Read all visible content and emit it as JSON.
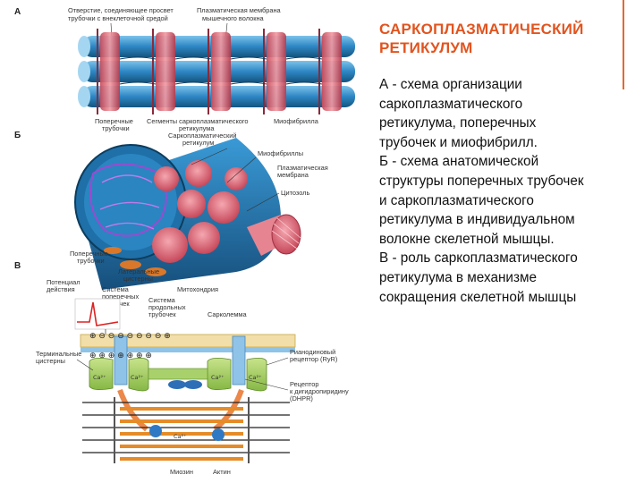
{
  "slide": {
    "title_line1": "САРКОПЛАЗМАТИЧЕСКИЙ",
    "title_line2": "РЕТИКУЛУМ",
    "description": [
      "А - схема организации",
      "саркоплазматического",
      "ретикулума, поперечных",
      "трубочек и миофибрилл.",
      "Б - схема анатомической",
      "структуры поперечных трубочек",
      "и саркоплазматического",
      "ретикулума в индивидуальном",
      "волокне скелетной мышцы.",
      "В - роль саркоплазматического",
      "ретикулума в механизме",
      "сокращения скелетной мышцы"
    ],
    "accent_color": "#e2541f"
  },
  "figure": {
    "panels": {
      "a": "А",
      "b": "Б",
      "c": "В"
    },
    "labels": {
      "a_opening_1": "Отверстие, соединяющее просвет",
      "a_opening_2": "трубочки с внеклеточной средой",
      "a_membrane_1": "Плазматическая мембрана",
      "a_membrane_2": "мышечного волокна",
      "a_ttubule_1": "Поперечные",
      "a_ttubule_2": "трубочки",
      "a_sr_1": "Сегменты саркоплазматического",
      "a_sr_2": "ретикулума",
      "a_myofib": "Миофибрилла",
      "b_sr_1": "Саркоплазматический",
      "b_sr_2": "ретикулум",
      "b_myofib": "Миофибриллы",
      "b_plasma_1": "Плазматическая",
      "b_plasma_2": "мембрана",
      "b_cytosol": "Цитозоль",
      "b_ttub_1": "Поперечные",
      "b_ttub_2": "трубочки",
      "b_term_1": "Латеральные",
      "b_term_2": "цистерны",
      "c_ap_1": "Потенциал",
      "c_ap_2": "действия",
      "c_ttub_1": "Система",
      "c_ttub_2": "поперечных",
      "c_ttub_3": "трубочек",
      "c_long_1": "Система",
      "c_long_2": "продольных",
      "c_long_3": "трубочек",
      "c_mito": "Митохондрия",
      "c_sarco": "Сарколемма",
      "c_term_1": "Терминальные",
      "c_term_2": "цистерны",
      "c_ryr_1": "Рианодиновый",
      "c_ryr_2": "рецептор (RyR)",
      "c_dhp_1": "Рецептор",
      "c_dhp_2": "к дигидропиридину",
      "c_dhp_3": "(DHPR)",
      "c_ca": "Ca²⁺",
      "c_myosin": "Миозин",
      "c_actin": "Актин"
    }
  }
}
